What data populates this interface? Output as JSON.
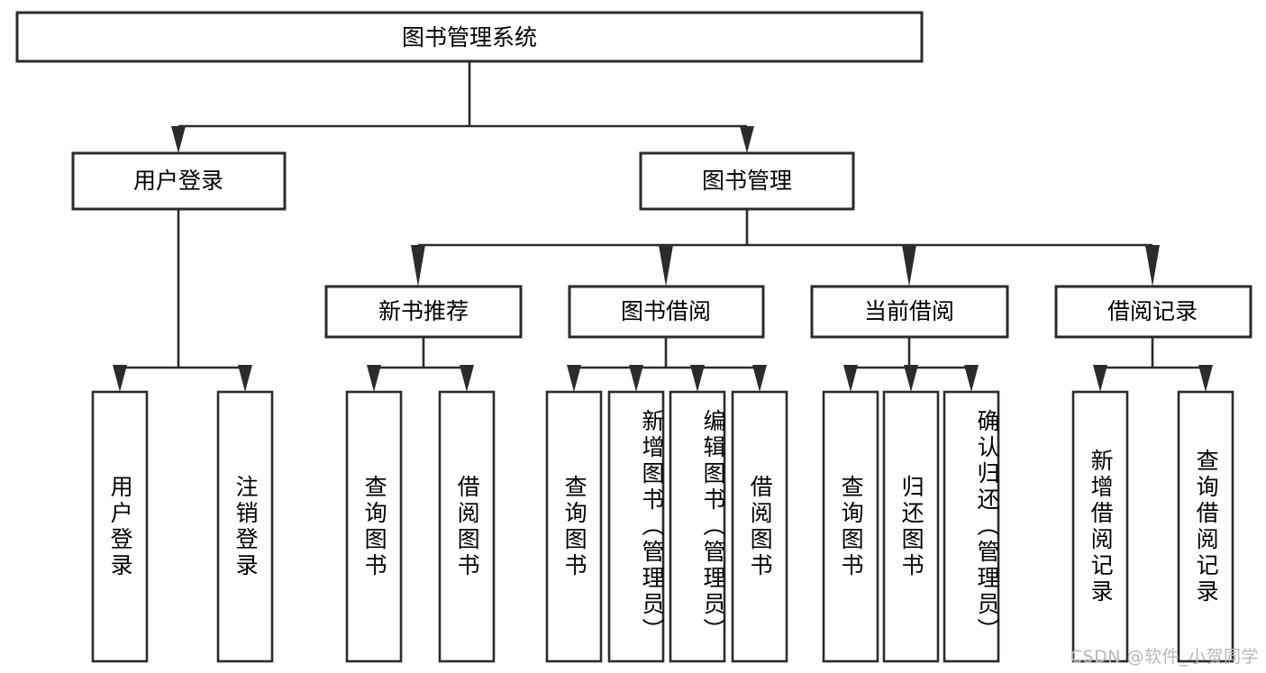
{
  "diagram": {
    "title": "图书管理系统",
    "type": "tree",
    "watermark": "CSDN @软件_小贺同学",
    "root": {
      "label": "图书管理系统"
    },
    "level2": [
      {
        "label": "用户登录"
      },
      {
        "label": "图书管理"
      }
    ],
    "level3": [
      {
        "label": "新书推荐"
      },
      {
        "label": "图书借阅"
      },
      {
        "label": "当前借阅"
      },
      {
        "label": "借阅记录"
      }
    ],
    "leaves": {
      "user_login": [
        {
          "label": "用户登录"
        },
        {
          "label": "注销登录"
        }
      ],
      "new_book_recommend": [
        {
          "label": "查询图书"
        },
        {
          "label": "借阅图书"
        }
      ],
      "book_borrow": [
        {
          "label": "查询图书"
        },
        {
          "label": "新增图书（管理员）"
        },
        {
          "label": "编辑图书（管理员）"
        },
        {
          "label": "借阅图书"
        }
      ],
      "current_borrow": [
        {
          "label": "查询图书"
        },
        {
          "label": "归还图书"
        },
        {
          "label": "确认归还（管理员）"
        }
      ],
      "borrow_record": [
        {
          "label": "新增借阅记录"
        },
        {
          "label": "查询借阅记录"
        }
      ]
    },
    "colors": {
      "stroke": "#2b2b2b",
      "fill": "#ffffff",
      "text": "#000000",
      "watermark": "#b8b8b8"
    }
  }
}
